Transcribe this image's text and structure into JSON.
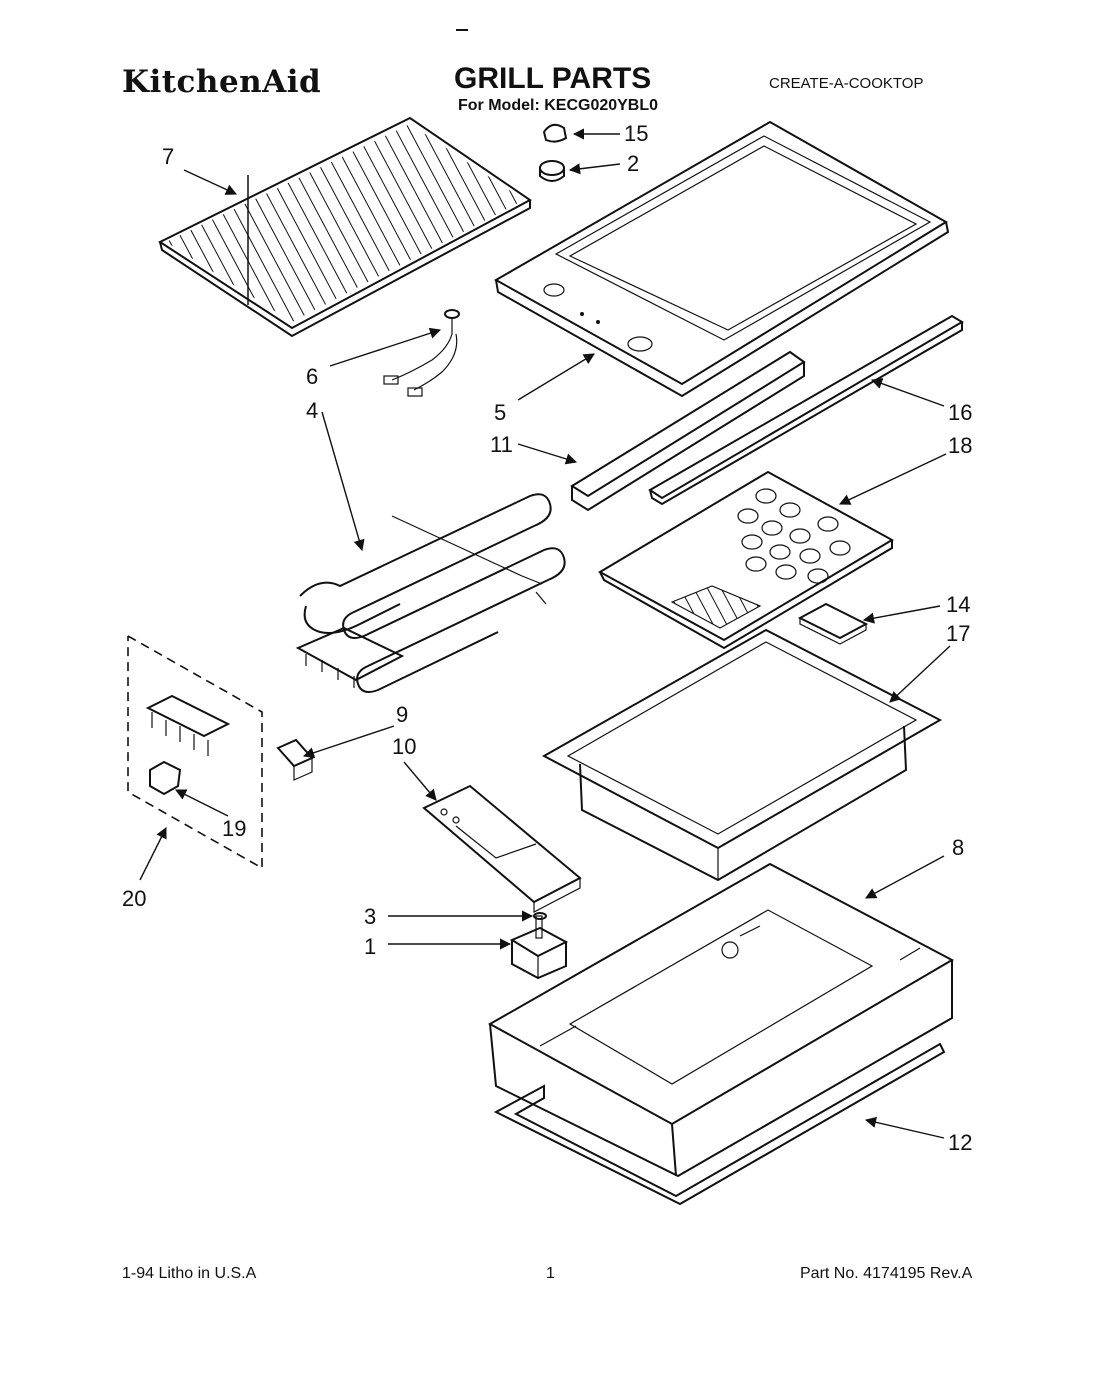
{
  "header": {
    "brand": "KitchenAid",
    "title": "GRILL PARTS",
    "subtitle": "For Model: KECG020YBL0",
    "series": "CREATE-A-COOKTOP"
  },
  "callouts": {
    "c1": "1",
    "c2": "2",
    "c3": "3",
    "c4": "4",
    "c5": "5",
    "c6": "6",
    "c7": "7",
    "c8": "8",
    "c9": "9",
    "c10": "10",
    "c11": "11",
    "c12": "12",
    "c14": "14",
    "c15": "15",
    "c16": "16",
    "c17": "17",
    "c18": "18",
    "c19": "19",
    "c20": "20"
  },
  "footer": {
    "left": "1-94 Litho in U.S.A",
    "page": "1",
    "part_no": "Part No. 4174195 Rev.A"
  }
}
